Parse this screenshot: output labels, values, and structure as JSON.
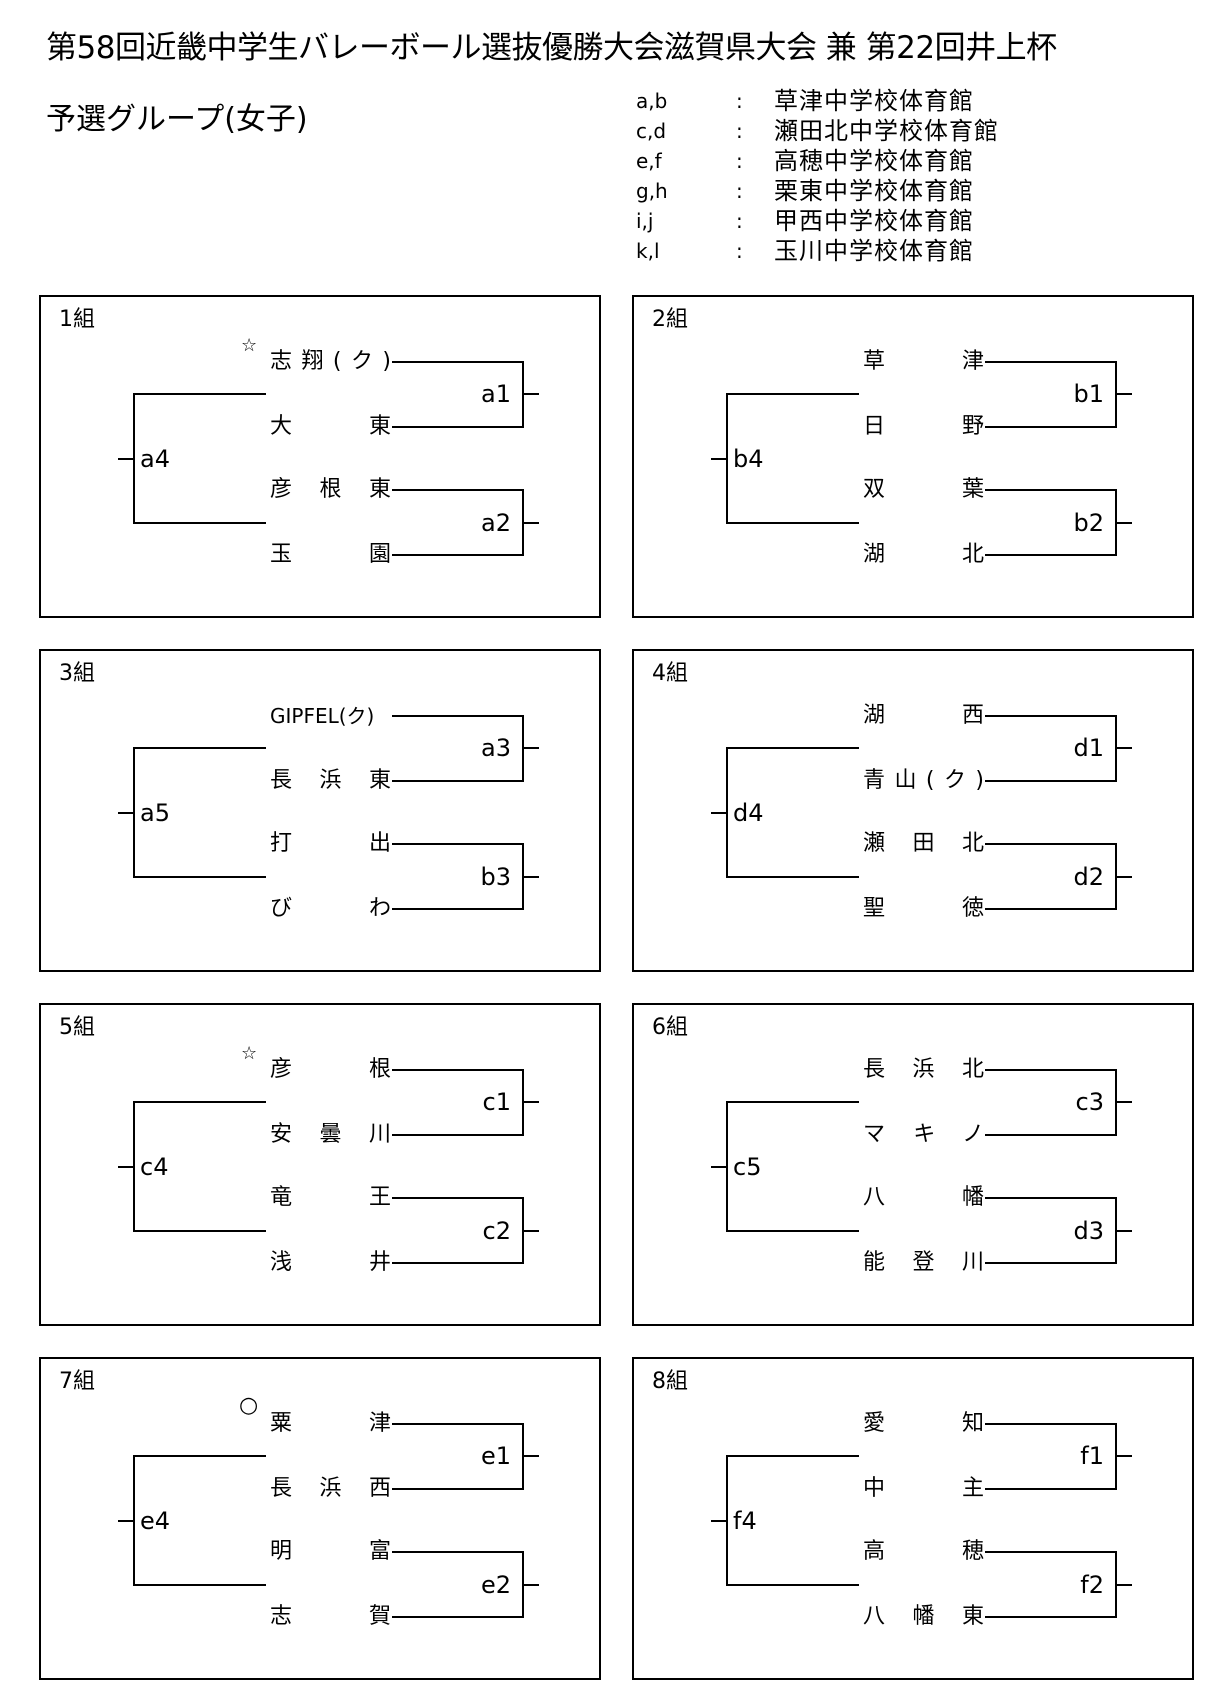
{
  "title": "第58回近畿中学生バレーボール選抜優勝大会滋賀県大会 兼 第22回井上杯",
  "subtitle": "予選グループ(女子)",
  "venues": [
    {
      "code": "a,b",
      "sep": ":",
      "name": "草津中学校体育館"
    },
    {
      "code": "c,d",
      "sep": ":",
      "name": "瀬田北中学校体育館"
    },
    {
      "code": "e,f",
      "sep": ":",
      "name": "高穂中学校体育館"
    },
    {
      "code": "g,h",
      "sep": ":",
      "name": "栗東中学校体育館"
    },
    {
      "code": "i,j",
      "sep": ":",
      "name": "甲西中学校体育館"
    },
    {
      "code": "k,l",
      "sep": ":",
      "name": "玉川中学校体育館"
    }
  ],
  "groups": [
    {
      "label": "1組",
      "mark": "☆",
      "teams": [
        "志翔(ク)",
        "大東",
        "彦根東",
        "玉園"
      ],
      "top": "a1",
      "bottom": "a2",
      "final": "a4"
    },
    {
      "label": "2組",
      "mark": "",
      "teams": [
        "草津",
        "日野",
        "双葉",
        "湖北"
      ],
      "top": "b1",
      "bottom": "b2",
      "final": "b4"
    },
    {
      "label": "3組",
      "mark": "",
      "teams": [
        "GIPFEL(ク)",
        "長浜東",
        "打出",
        "びわ"
      ],
      "top": "a3",
      "bottom": "b3",
      "final": "a5"
    },
    {
      "label": "4組",
      "mark": "",
      "teams": [
        "湖西",
        "青山(ク)",
        "瀬田北",
        "聖徳"
      ],
      "top": "d1",
      "bottom": "d2",
      "final": "d4"
    },
    {
      "label": "5組",
      "mark": "☆",
      "teams": [
        "彦根",
        "安曇川",
        "竜王",
        "浅井"
      ],
      "top": "c1",
      "bottom": "c2",
      "final": "c4"
    },
    {
      "label": "6組",
      "mark": "",
      "teams": [
        "長浜北",
        "マキノ",
        "八幡",
        "能登川"
      ],
      "top": "c3",
      "bottom": "d3",
      "final": "c5"
    },
    {
      "label": "7組",
      "mark": "○",
      "teams": [
        "粟津",
        "長浜西",
        "明富",
        "志賀"
      ],
      "top": "e1",
      "bottom": "e2",
      "final": "e4"
    },
    {
      "label": "8組",
      "mark": "",
      "teams": [
        "愛知",
        "中主",
        "高穂",
        "八幡東"
      ],
      "top": "f1",
      "bottom": "f2",
      "final": "f4"
    }
  ]
}
